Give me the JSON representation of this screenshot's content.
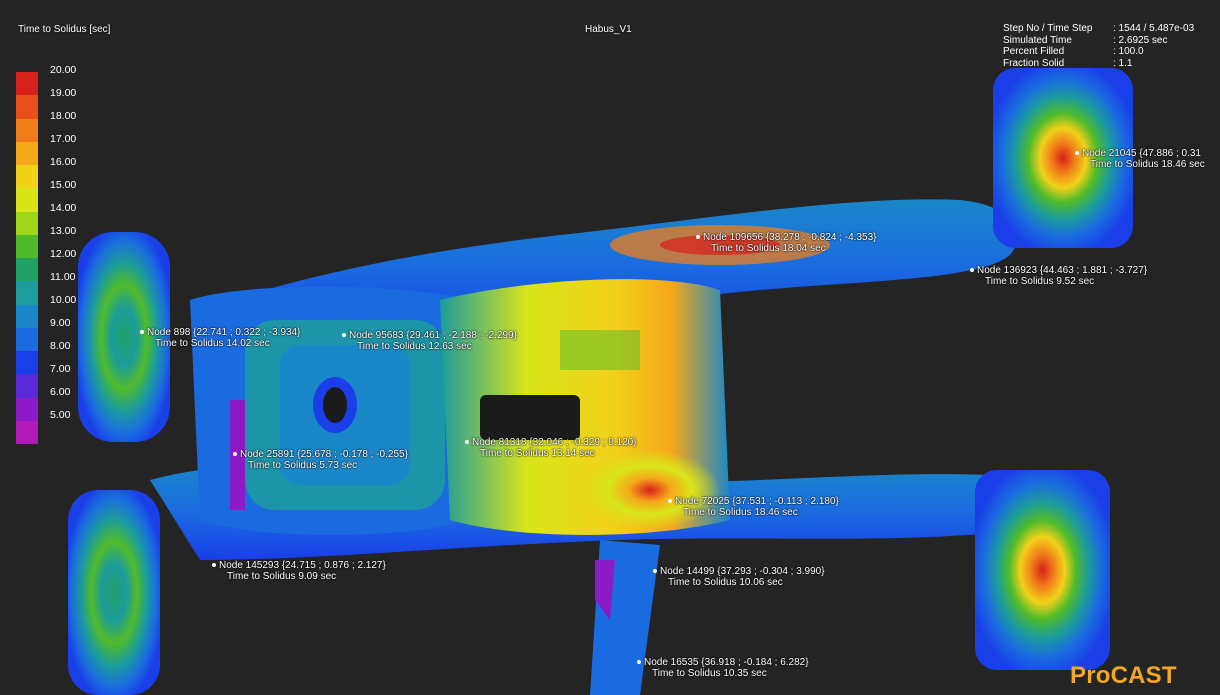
{
  "header": {
    "legend_title": "Time to Solidus [sec]",
    "sim_title": "Habus_V1"
  },
  "legend": {
    "labels": [
      "20.00",
      "19.00",
      "18.00",
      "17.00",
      "16.00",
      "15.00",
      "14.00",
      "13.00",
      "12.00",
      "11.00",
      "10.00",
      "9.00",
      "8.00",
      "7.00",
      "6.00",
      "5.00"
    ],
    "colors": [
      "#d8201c",
      "#e94e1b",
      "#f07d1a",
      "#f5a81a",
      "#f2d11a",
      "#d9e51a",
      "#9fd51a",
      "#4fbb2a",
      "#20a065",
      "#1c9c9c",
      "#1a87c8",
      "#1a6be0",
      "#1a3ee8",
      "#5a2ad8",
      "#8c1ac8",
      "#b01ab8"
    ]
  },
  "info": {
    "rows": [
      {
        "key": "Step No / Time Step",
        "val": ": 1544 / 5.487e-03"
      },
      {
        "key": "Simulated Time",
        "val": ": 2.6925 sec"
      },
      {
        "key": "Percent Filled",
        "val": ": 100.0"
      },
      {
        "key": "Fraction Solid",
        "val": ": 1.1"
      }
    ]
  },
  "nodes": [
    {
      "id": "Node 21045 {47.886 ; 0.31",
      "time": "Time to Solidus 18.46 sec"
    },
    {
      "id": "Node 109656 {38.278 ; -0.824 ; -4.353}",
      "time": "Time to Solidus 18.04 sec"
    },
    {
      "id": "Node 136923 {44.463 ; 1.881 ; -3.727}",
      "time": "Time to Solidus 9.52 sec"
    },
    {
      "id": "Node 898 {22.741 ; 0.322 ; -3.934}",
      "time": "Time to Solidus 14.02 sec"
    },
    {
      "id": "Node 95683 {29.461 ; -2.188 ; -2.299}",
      "time": "Time to Solidus 12.63 sec"
    },
    {
      "id": "Node 25891 {25.678 ; -0.178 ; -0.255}",
      "time": "Time to Solidus 5.73 sec"
    },
    {
      "id": "Node 81318 {32.046 ; -0.329 ; 0.120}",
      "time": "Time to Solidus 13.14 sec"
    },
    {
      "id": "Node 72025 {37.531 ; -0.113 ; 2.180}",
      "time": "Time to Solidus 18.46 sec"
    },
    {
      "id": "Node 145293 {24.715 ; 0.876 ; 2.127}",
      "time": "Time to Solidus 9.09 sec"
    },
    {
      "id": "Node 14499 {37.293 ; -0.304 ; 3.990}",
      "time": "Time to Solidus 10.06 sec"
    },
    {
      "id": "Node 16535 {36.918 ; -0.184 ; 6.282}",
      "time": "Time to Solidus 10.35 sec"
    }
  ],
  "logo": "ProCAST"
}
